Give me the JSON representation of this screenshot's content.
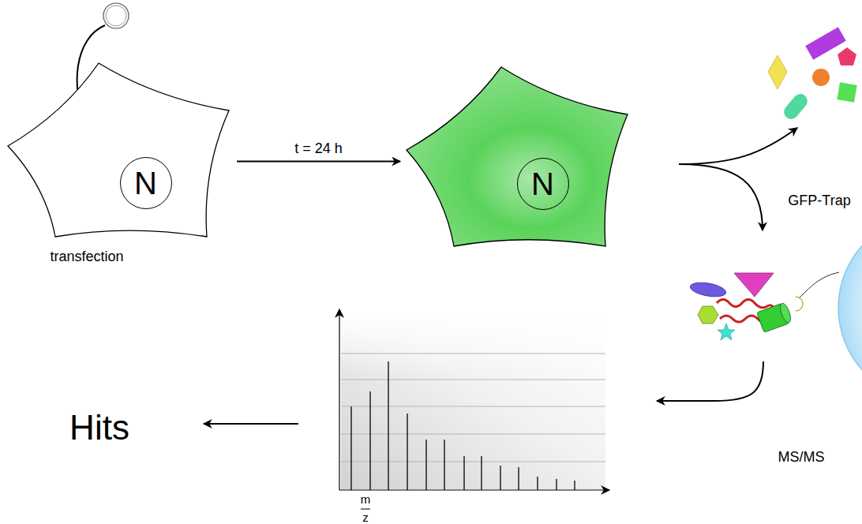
{
  "diagram": {
    "nodes": [
      {
        "text": [
          "transfection"
        ]
      },
      {
        "text": [
          "N"
        ],
        "in": 0
      },
      {
        "text": []
      },
      {
        "text": [
          "N"
        ],
        "in": 2
      }
    ],
    "edges": [
      {
        "from": 0,
        "to": 2,
        "arrow": "to",
        "label": "t = 24 h"
      }
    ],
    "labels": [
      "GFP-Trap",
      "MS/MS",
      "m",
      "z",
      "Hits"
    ]
  }
}
